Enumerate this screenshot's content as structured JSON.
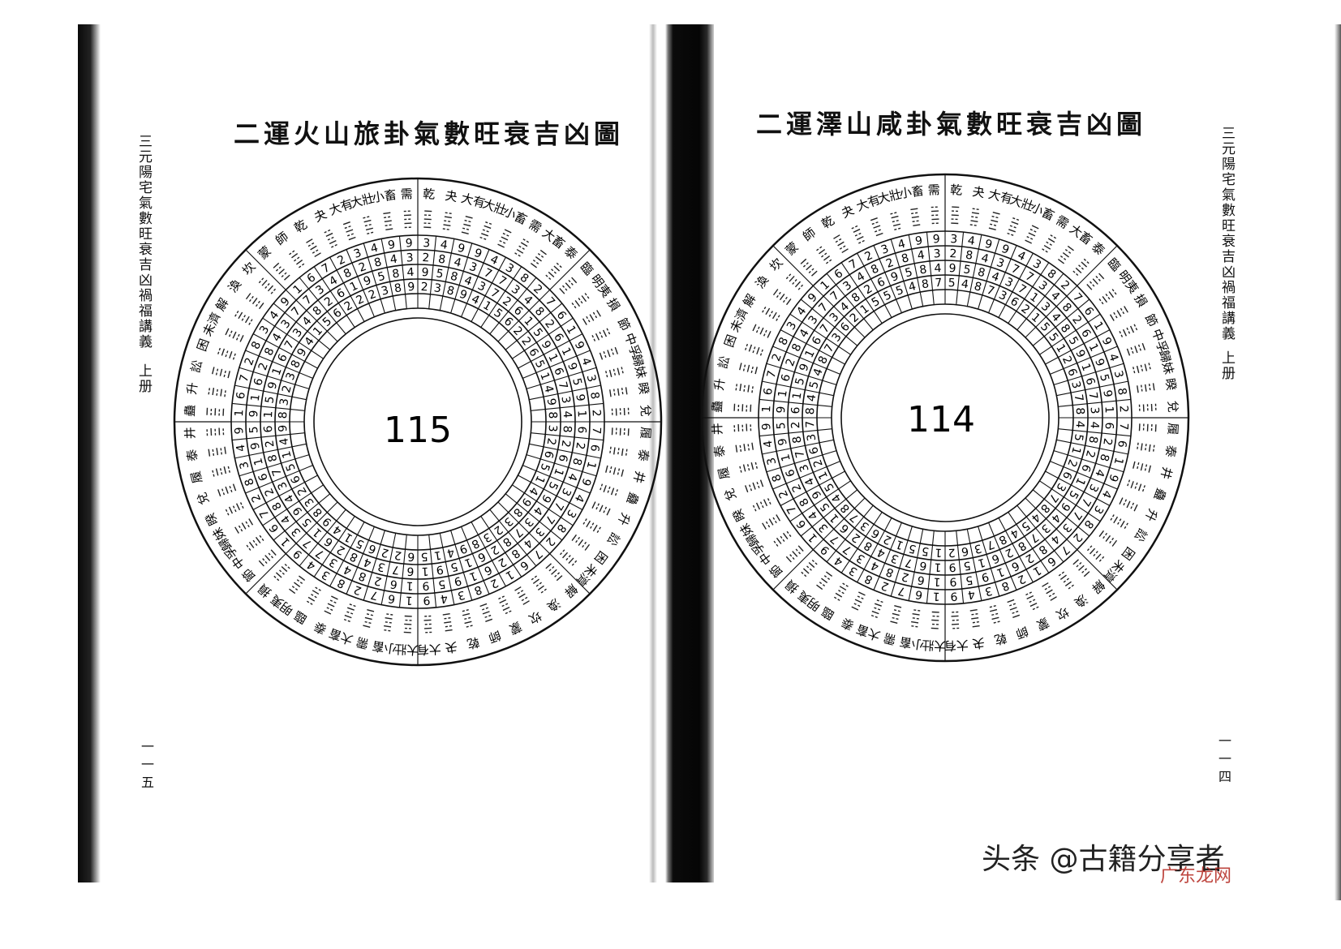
{
  "left_page": {
    "running_head": "三元陽宅氣數旺衰吉凶禍福講義",
    "volume": "上册",
    "page_number": "一一五",
    "title": "二運火山旅卦氣數旺衰吉凶圖",
    "handwritten_number": "115"
  },
  "right_page": {
    "running_head": "三元陽宅氣數旺衰吉凶禍福講義",
    "volume": "上册",
    "page_number": "一一四",
    "title": "二運澤山咸卦氣數旺衰吉凶圖",
    "handwritten_number": "114"
  },
  "wheel": {
    "top_hexagrams": [
      "乾",
      "夬",
      "大有",
      "大壯",
      "小畜",
      "需",
      "大畜",
      "泰",
      "臨",
      "明夷",
      "損",
      "節",
      "中孚",
      "歸妹",
      "睽",
      "兌",
      "履",
      "泰",
      "井",
      "蠱",
      "升",
      "訟",
      "困",
      "未濟",
      "解",
      "渙",
      "坎",
      "蒙",
      "師"
    ],
    "number_rings_left": [
      "3 4 9 9 4 3 8 2 7 6 1 9 4 3 8 2 7 6 1 9 4 3 8 2 7 6 1 2 8 3 4 9 1 6 7 2 8 3 4 9 1 6 7 2 8 3 4 9 1 6 7 2 8 3 4 9 1 6 7 2",
      "2 8 4 3 7 7 3 4 8 2 6 1 9 5 9 1 6 2 8 4 3 7 7 3 4 8 2 6 1 9 5 9 1 6 2 8 4 3 7 7 3 4 8 2 6 1 9 5 9 1 6 2 8 4 3 7 7 3 4 8",
      "9 5 8 4 3 7 2 6 1 5 9 1 6 7 3 4 8 2 6 1 5 9 4 3 7 8 2 6 1 5 9 1 6 7 3 4 8 2 6 1 5 9 4 3 7 8 2 6 1 5 9 1 6 7 3 4 8 2 6 1",
      "2 3 8 9 4 1 5 6 2 2 6 5 1 4 9 8 3 2 6 5 1 4 9 8 3 2 3 8 9 4 1 5 6 2 2 6 5 1 4 9 8 3 2 6 5 1 4 9 8 3 2 3 8 9 4 1 5 6 2 2"
    ],
    "number_rings_right": [
      "3 4 9 9 4 3 8 2 7 6 1 9 4 3 8 2 7 6 1 9 4 3 8 2 7 6 1 2 8 3 4 9 1 6 7 2 8 3 4 9 1 6 7 2 8 3 4 9 1 6 7 2 8 3 4 9 1 6 7 2",
      "2 8 4 3 7 7 3 4 8 2 6 1 9 5 9 1 6 2 8 4 3 7 7 3 4 8 2 6 1 9 5 9 1 6 2 8 4 3 7 7 3 4 8 2 6 1 9 5 9 1 6 2 8 4 3 7 7 3 4 8",
      "9 5 8 4 3 7 1 3 4 8 5 9 1 6 7 3 4 8 2 6 1 5 9 4 3 7 8 2 6 1 5 9 1 6 7 3 4 8 2 6 1 5 9 4 3 7 8 2 6 1 5 9 1 6 7 3 4 8 2 6",
      "5 4 8 7 3 6 2 1 5 5 1 2 6 3 7 8 4 5 1 2 6 3 7 8 4 5 4 8 7 3 6 2 1 5 5 1 2 6 3 7 8 4 5 1 2 6 3 7 8 4 5 4 8 7 3 6 2 1 5 5"
    ]
  },
  "watermark": "头条 @古籍分享者",
  "watermark_small": "广东龙网"
}
